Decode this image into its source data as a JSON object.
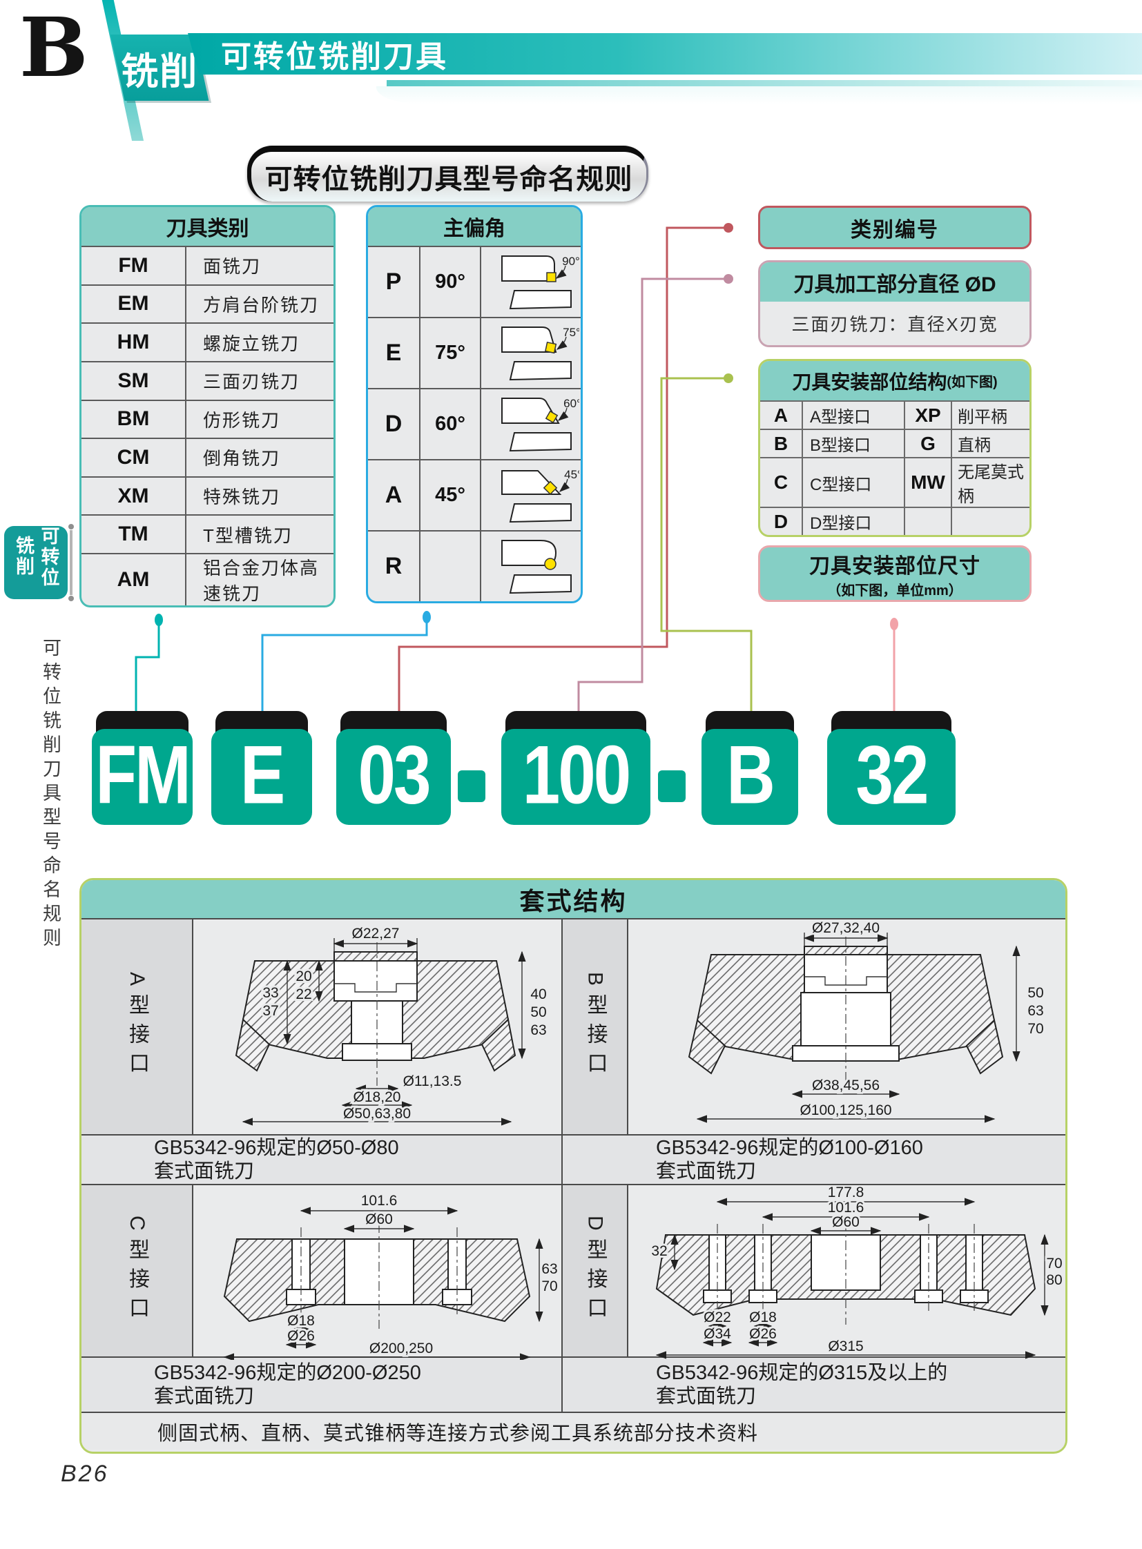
{
  "colors": {
    "teal_head": "#85CFC5",
    "teal_border": "#49BDB5",
    "teal_dark": "#00B3B0",
    "blue": "#29ABE2",
    "block_teal": "#00A78E",
    "red": "#C0575E",
    "mauve": "#C08BA0",
    "ygreen": "#A9C14F",
    "lpink": "#F2A2A8",
    "pink_border": "#E8A7AC",
    "mauve_border": "#C9A3B2",
    "panel_border": "#B7D166",
    "cellbg": "#EAEBEC",
    "label_bg": "#D9DADC",
    "yellow": "#FFE100"
  },
  "header": {
    "section_letter": "B",
    "tab": "铣削",
    "title": "可转位铣削刀具"
  },
  "sidebar": {
    "tab_text_1": "可转位",
    "tab_text_2": "铣削",
    "vertical_title": "可转位铣削刀具型号命名规则"
  },
  "page_number": "B26",
  "naming_banner": "可转位铣削刀具型号命名规则",
  "category_table": {
    "header": "刀具类别",
    "rows": [
      {
        "code": "FM",
        "name": "面铣刀"
      },
      {
        "code": "EM",
        "name": "方肩台阶铣刀"
      },
      {
        "code": "HM",
        "name": "螺旋立铣刀"
      },
      {
        "code": "SM",
        "name": "三面刃铣刀"
      },
      {
        "code": "BM",
        "name": "仿形铣刀"
      },
      {
        "code": "CM",
        "name": "倒角铣刀"
      },
      {
        "code": "XM",
        "name": "特殊铣刀"
      },
      {
        "code": "TM",
        "name": "T型槽铣刀"
      },
      {
        "code": "AM",
        "name": "铝合金刀体高速铣刀"
      }
    ]
  },
  "angle_table": {
    "header": "主偏角",
    "rows": [
      {
        "code": "P",
        "angle": "90°",
        "diagram_label": "90°",
        "insert": "square"
      },
      {
        "code": "E",
        "angle": "75°",
        "diagram_label": "75°",
        "insert": "square"
      },
      {
        "code": "D",
        "angle": "60°",
        "diagram_label": "60°",
        "insert": "diamond"
      },
      {
        "code": "A",
        "angle": "45°",
        "diagram_label": "45°",
        "insert": "diamond"
      },
      {
        "code": "R",
        "angle": "",
        "diagram_label": "",
        "insert": "circle"
      }
    ]
  },
  "category_number_box": {
    "title": "类别编号"
  },
  "diameter_box": {
    "title": "刀具加工部分直径 ØD",
    "body": "三面刃铣刀：直径X刃宽"
  },
  "mount_structure_box": {
    "title": "刀具安装部位结构",
    "title_note": "(如下图)",
    "rows": [
      {
        "c1": "A",
        "d1": "A型接口",
        "c2": "XP",
        "d2": "削平柄"
      },
      {
        "c1": "B",
        "d1": "B型接口",
        "c2": "G",
        "d2": "直柄"
      },
      {
        "c1": "C",
        "d1": "C型接口",
        "c2": "MW",
        "d2": "无尾莫式柄"
      },
      {
        "c1": "D",
        "d1": "D型接口",
        "c2": "",
        "d2": ""
      }
    ]
  },
  "mount_size_box": {
    "title": "刀具安装部位尺寸",
    "subtitle": "（如下图，单位mm）"
  },
  "model_code": {
    "segments": [
      "FM",
      "E",
      "03",
      "100",
      "B",
      "32"
    ],
    "separator": "-"
  },
  "sleeve": {
    "header": "套式结构",
    "note": "侧固式柄、直柄、莫式锥柄等连接方式参阅工具系统部分技术资料",
    "cells": [
      {
        "label": "A型接口",
        "caption1": "GB5342-96规定的Ø50-Ø80",
        "caption2": "套式面铣刀",
        "dims": {
          "top": "Ø22,27",
          "l1a": "20",
          "l1b": "22",
          "l2a": "33",
          "l2b": "37",
          "r1": "40",
          "r2": "50",
          "r3": "63",
          "b1": "Ø11,13.5",
          "b2": "Ø18,20",
          "b3": "Ø50,63,80"
        }
      },
      {
        "label": "B型接口",
        "caption1": "GB5342-96规定的Ø100-Ø160",
        "caption2": "套式面铣刀",
        "dims": {
          "top": "Ø27,32,40",
          "r1": "50",
          "r2": "63",
          "r3": "70",
          "b1": "Ø38,45,56",
          "b2": "Ø100,125,160"
        }
      },
      {
        "label": "C型接口",
        "caption1": "GB5342-96规定的Ø200-Ø250",
        "caption2": "套式面铣刀",
        "dims": {
          "t1": "101.6",
          "t2": "Ø60",
          "r1": "63",
          "r2": "70",
          "h1": "Ø18",
          "h2": "Ø26",
          "b1": "Ø200,250"
        }
      },
      {
        "label": "D型接口",
        "caption1": "GB5342-96规定的Ø315及以上的",
        "caption2": "套式面铣刀",
        "dims": {
          "t1": "177.8",
          "t2": "101.6",
          "t3": "Ø60",
          "l1": "32",
          "r1": "70",
          "r2": "80",
          "h1": "Ø22",
          "h2": "Ø18",
          "h3": "Ø34",
          "h4": "Ø26",
          "b1": "Ø315"
        }
      }
    ]
  }
}
